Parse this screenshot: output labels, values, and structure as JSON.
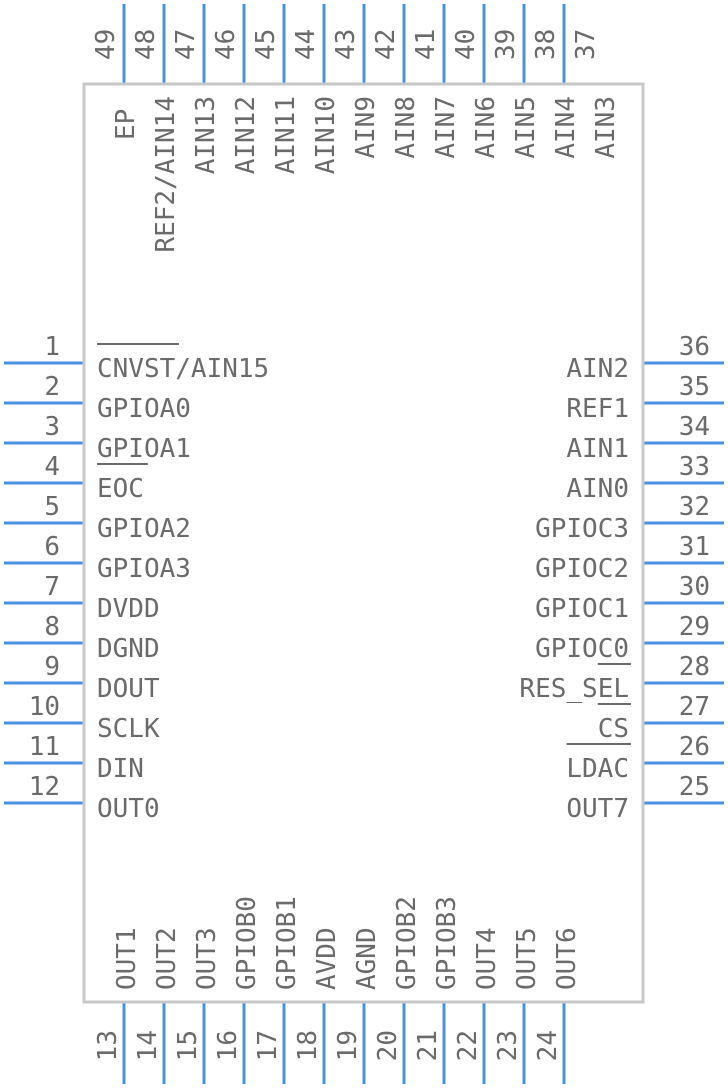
{
  "package": {
    "colors": {
      "pin": "#4a90e2",
      "body_outline": "#c8c8c8",
      "text": "#6b6b6b"
    },
    "left_pins": [
      {
        "num": "1",
        "name": "CNVST/AIN15",
        "overbar_chars": 5
      },
      {
        "num": "2",
        "name": "GPIOA0"
      },
      {
        "num": "3",
        "name": "GPIOA1"
      },
      {
        "num": "4",
        "name": "EOC",
        "overbar_chars": 3
      },
      {
        "num": "5",
        "name": "GPIOA2"
      },
      {
        "num": "6",
        "name": "GPIOA3"
      },
      {
        "num": "7",
        "name": "DVDD"
      },
      {
        "num": "8",
        "name": "DGND"
      },
      {
        "num": "9",
        "name": "DOUT"
      },
      {
        "num": "10",
        "name": "SCLK"
      },
      {
        "num": "11",
        "name": "DIN"
      },
      {
        "num": "12",
        "name": "OUT0"
      }
    ],
    "right_pins": [
      {
        "num": "36",
        "name": "AIN2"
      },
      {
        "num": "35",
        "name": "REF1"
      },
      {
        "num": "34",
        "name": "AIN1"
      },
      {
        "num": "33",
        "name": "AIN0"
      },
      {
        "num": "32",
        "name": "GPIOC3"
      },
      {
        "num": "31",
        "name": "GPIOC2"
      },
      {
        "num": "30",
        "name": "GPIOC1"
      },
      {
        "num": "29",
        "name": "GPIOC0"
      },
      {
        "num": "28",
        "name": "RES_SEL",
        "overbar_tail": 2
      },
      {
        "num": "27",
        "name": "CS",
        "overbar_tail": 2
      },
      {
        "num": "26",
        "name": "LDAC",
        "overbar_tail": 4
      },
      {
        "num": "25",
        "name": "OUT7"
      }
    ],
    "bottom_pins": [
      {
        "num": "13",
        "name": "OUT1"
      },
      {
        "num": "14",
        "name": "OUT2"
      },
      {
        "num": "15",
        "name": "OUT3"
      },
      {
        "num": "16",
        "name": "GPIOB0"
      },
      {
        "num": "17",
        "name": "GPIOB1"
      },
      {
        "num": "18",
        "name": "AVDD"
      },
      {
        "num": "19",
        "name": "AGND"
      },
      {
        "num": "20",
        "name": "GPIOB2"
      },
      {
        "num": "21",
        "name": "GPIOB3"
      },
      {
        "num": "22",
        "name": "OUT4"
      },
      {
        "num": "23",
        "name": "OUT5"
      },
      {
        "num": "24",
        "name": "OUT6"
      }
    ],
    "top_pins": [
      {
        "num": "49",
        "name": "EP"
      },
      {
        "num": "48",
        "name": "REF2/AIN14"
      },
      {
        "num": "47",
        "name": "AIN13"
      },
      {
        "num": "46",
        "name": "AIN12"
      },
      {
        "num": "45",
        "name": "AIN11"
      },
      {
        "num": "44",
        "name": "AIN10"
      },
      {
        "num": "43",
        "name": "AIN9"
      },
      {
        "num": "42",
        "name": "AIN8"
      },
      {
        "num": "41",
        "name": "AIN7"
      },
      {
        "num": "40",
        "name": "AIN6"
      },
      {
        "num": "39",
        "name": "AIN5"
      },
      {
        "num": "38",
        "name": "AIN4"
      },
      {
        "num": "37",
        "name": "AIN3"
      }
    ]
  }
}
